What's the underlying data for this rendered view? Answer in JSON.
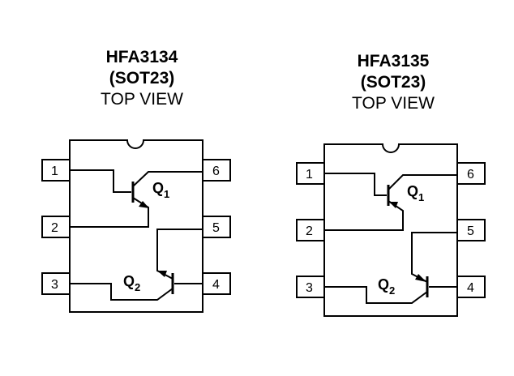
{
  "packages": [
    {
      "part": "HFA3134",
      "package": "(SOT23)",
      "view": "TOP VIEW",
      "pins": [
        "1",
        "2",
        "3",
        "4",
        "5",
        "6"
      ],
      "transistors": [
        {
          "label": "Q",
          "sub": "1"
        },
        {
          "label": "Q",
          "sub": "2"
        }
      ]
    },
    {
      "part": "HFA3135",
      "package": "(SOT23)",
      "view": "TOP VIEW",
      "pins": [
        "1",
        "2",
        "3",
        "4",
        "5",
        "6"
      ],
      "transistors": [
        {
          "label": "Q",
          "sub": "1"
        },
        {
          "label": "Q",
          "sub": "2"
        }
      ]
    }
  ],
  "colors": {
    "line": "#000000",
    "background": "#ffffff"
  }
}
